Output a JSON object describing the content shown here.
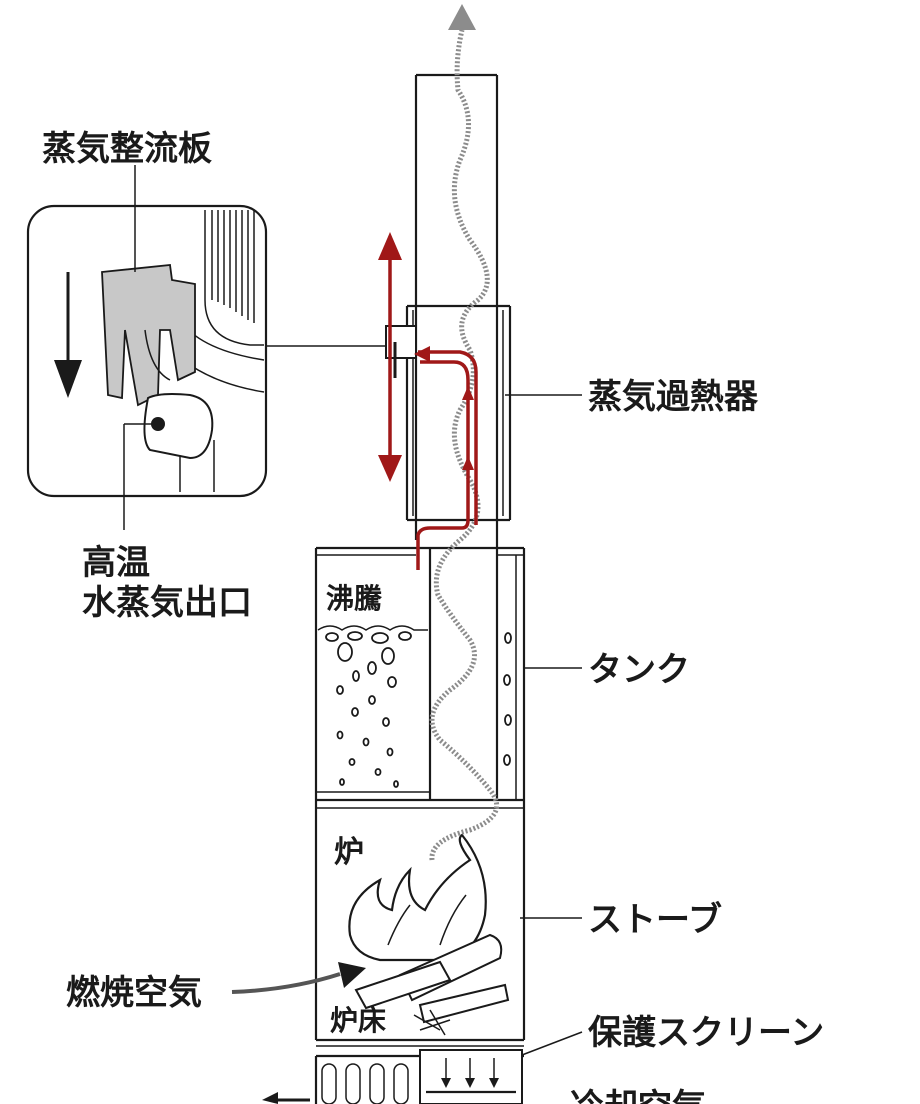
{
  "labels": {
    "steam_baffle": "蒸気整流板",
    "hot_steam_outlet_line1": "高温",
    "hot_steam_outlet_line2": "水蒸気出口",
    "boiling": "沸騰",
    "furnace": "炉",
    "hearth": "炉床",
    "superheater": "蒸気過熱器",
    "tank": "タンク",
    "stove": "ストーブ",
    "combustion_air": "燃焼空気",
    "protective_screen": "保護スクリーン",
    "cooling_air_partial": "冷却空気"
  },
  "colors": {
    "outline": "#1a1a1a",
    "steam_red": "#a01818",
    "smoke_gray": "#8c8c8c",
    "inset_fill": "#c8c8c8",
    "arrow_gray": "#555555"
  },
  "icons": {
    "exhaust_arrow": "up-arrow-icon",
    "steam_flow": "steam-path-icon",
    "smoke_flow": "smoke-path-icon",
    "flame": "flame-icon",
    "firewood": "firewood-icon"
  }
}
